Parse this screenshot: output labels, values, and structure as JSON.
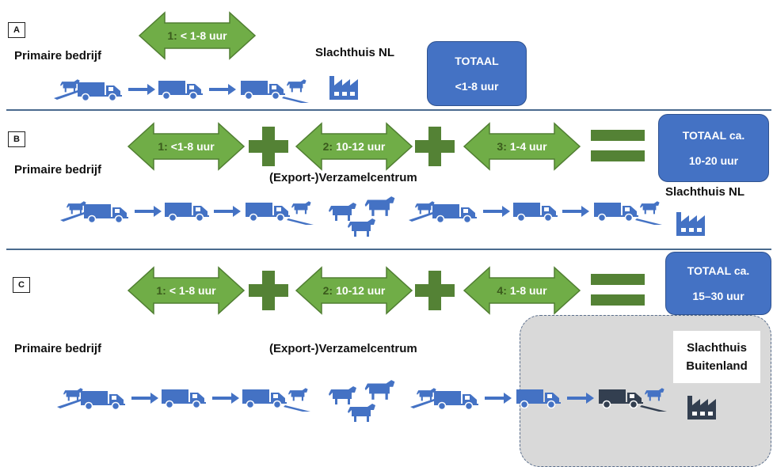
{
  "colors": {
    "arrow_green": "#70ad47",
    "arrow_border": "#507e32",
    "op_green": "#548235",
    "blue": "#4472c4",
    "dark": "#333f50",
    "zone_grey": "#d9d9d9"
  },
  "sections": {
    "a": {
      "label": "A",
      "arrow1": {
        "num": "1:",
        "text": "< 1-8 uur"
      },
      "origin": "Primaire bedrijf",
      "destination": "Slachthuis NL",
      "total": {
        "line1": "TOTAAL",
        "line2": "<1-8 uur"
      }
    },
    "b": {
      "label": "B",
      "arrow1": {
        "num": "1:",
        "text": "<1-8 uur"
      },
      "arrow2": {
        "num": "2:",
        "text": "10-12 uur"
      },
      "arrow3": {
        "num": "3:",
        "text": "1-4 uur"
      },
      "origin": "Primaire bedrijf",
      "collection": "(Export-)Verzamelcentrum",
      "destination": "Slachthuis NL",
      "total": {
        "line1": "TOTAAL ca.",
        "line2": "10-20 uur"
      }
    },
    "c": {
      "label": "C",
      "arrow1": {
        "num": "1:",
        "text": "< 1-8 uur"
      },
      "arrow2": {
        "num": "2:",
        "text": "10-12 uur"
      },
      "arrow3": {
        "num": "4:",
        "text": "1-8  uur"
      },
      "origin": "Primaire bedrijf",
      "collection": "(Export-)Verzamelcentrum",
      "destination": {
        "line1": "Slachthuis",
        "line2": "Buitenland"
      },
      "total": {
        "line1": "TOTAAL ca.",
        "line2": "15–30 uur"
      }
    }
  },
  "icons": [
    "truck-loading-cow-icon",
    "right-arrow-icon",
    "truck-icon",
    "truck-unloading-cow-icon",
    "factory-icon",
    "cattle-herd-icon",
    "plus-icon",
    "equals-icon"
  ]
}
